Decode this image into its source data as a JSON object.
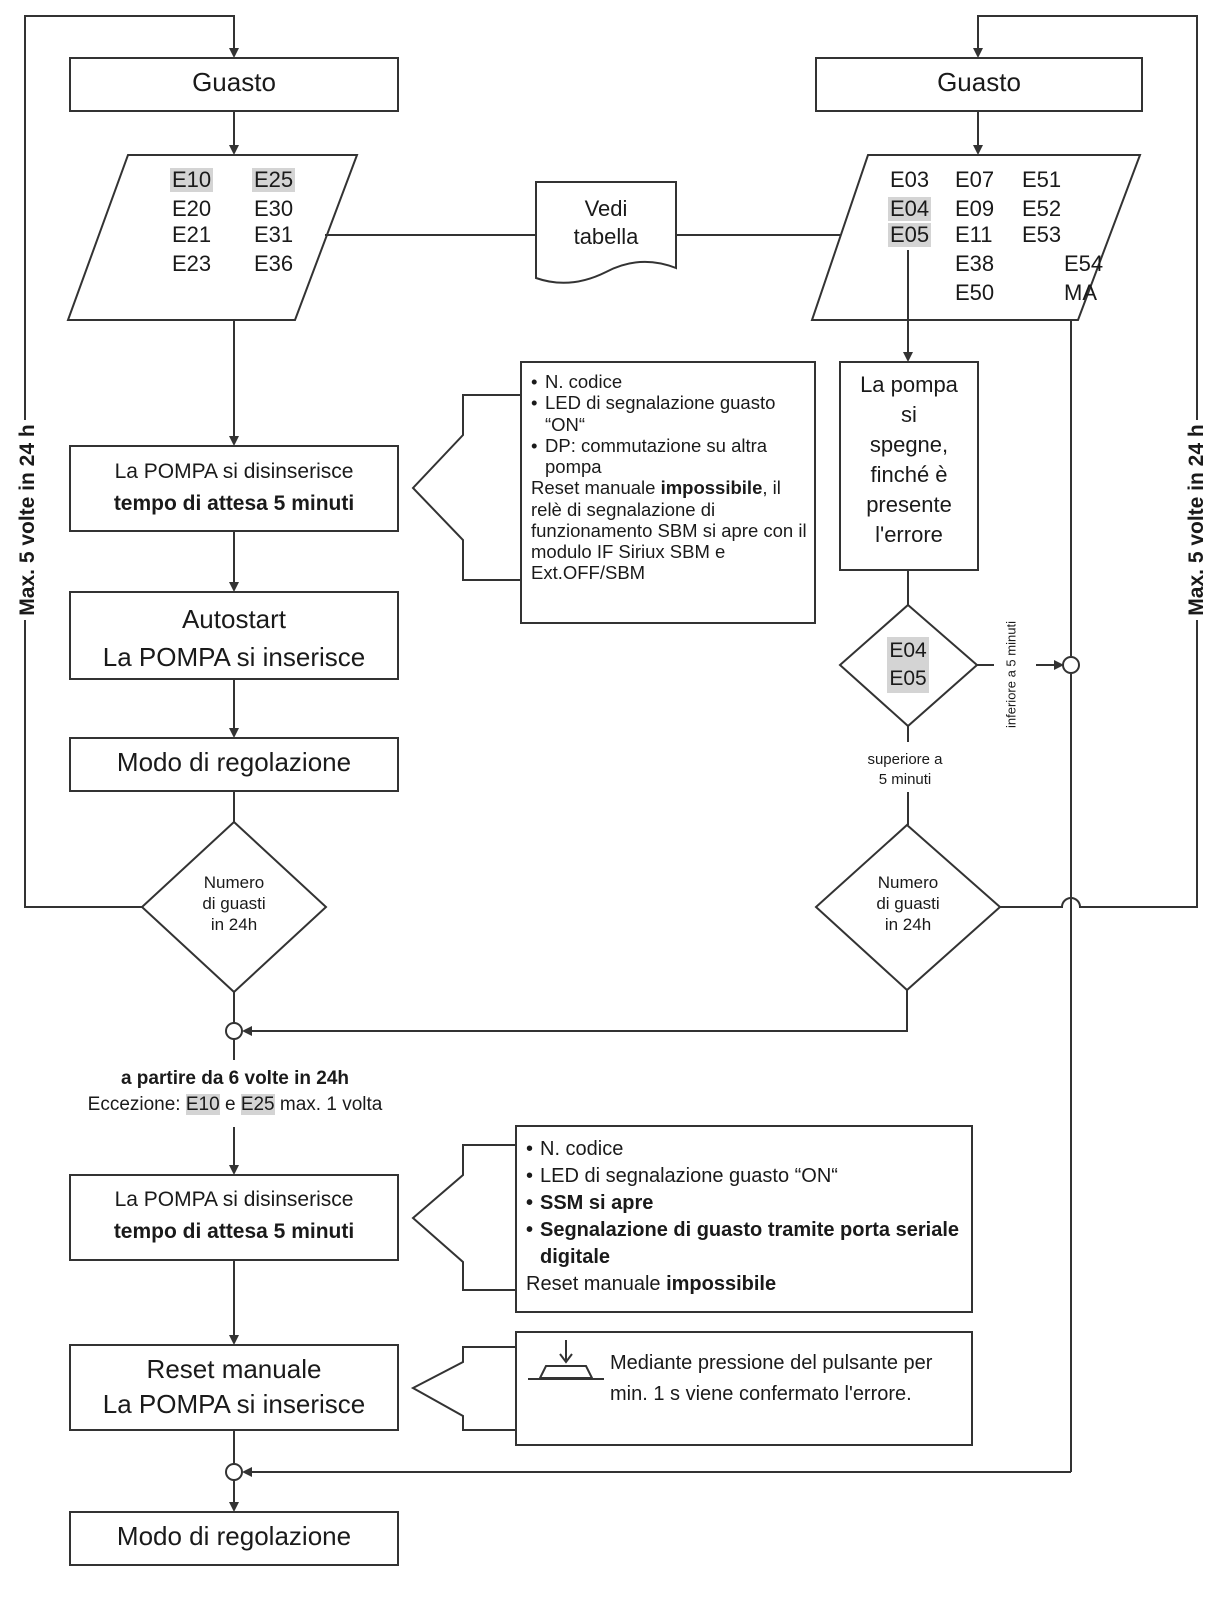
{
  "left": {
    "fault_title": "Guasto",
    "codes": [
      {
        "text": "E10",
        "highlight": true
      },
      {
        "text": "E25",
        "highlight": true
      },
      {
        "text": "E20",
        "highlight": false
      },
      {
        "text": "E30",
        "highlight": false
      },
      {
        "text": "E21",
        "highlight": false
      },
      {
        "text": "E31",
        "highlight": false
      },
      {
        "text": "E23",
        "highlight": false
      },
      {
        "text": "E36",
        "highlight": false
      }
    ],
    "pump_off_line1": "La POMPA si disinserisce",
    "pump_off_line2": "tempo di attesa 5 minuti",
    "autostart_line1": "Autostart",
    "autostart_line2": "La POMPA si inserisce",
    "control_mode": "Modo di regolazione",
    "count_line1": "Numero",
    "count_line2": "di guasti",
    "count_line3": "in 24h",
    "side_label": "Max. 5 volte in 24 h"
  },
  "doc": {
    "line1": "Vedi",
    "line2": "tabella"
  },
  "right": {
    "fault_title": "Guasto",
    "codes": [
      {
        "text": "E03",
        "highlight": false
      },
      {
        "text": "E07",
        "highlight": false
      },
      {
        "text": "E51",
        "highlight": false
      },
      {
        "text": "E04",
        "highlight": true
      },
      {
        "text": "E09",
        "highlight": false
      },
      {
        "text": "E52",
        "highlight": false
      },
      {
        "text": "E05",
        "highlight": true
      },
      {
        "text": "E11",
        "highlight": false
      },
      {
        "text": "E53",
        "highlight": false
      },
      {
        "text": "E38",
        "highlight": false
      },
      {
        "text": "E54",
        "highlight": false
      },
      {
        "text": "E50",
        "highlight": false
      },
      {
        "text": "MA",
        "highlight": false
      }
    ],
    "pump_stops": [
      "La pompa",
      "si",
      "spegne,",
      "finché è",
      "presente",
      "l'errore"
    ],
    "decision_line1": "E04",
    "decision_line2": "E05",
    "less_label": "inferiore a 5 minuti",
    "more_line1": "superiore a",
    "more_line2": "5 minuti",
    "count_line1": "Numero",
    "count_line2": "di guasti",
    "count_line3": "in 24h",
    "side_label": "Max. 5 volte in 24 h"
  },
  "note1": {
    "bullet1": "N. codice",
    "bullet2": "LED di segnalazione guasto “ON“",
    "bullet3": "DP: commutazione su altra pompa",
    "reset_prefix": "Reset manuale ",
    "reset_bold": "impossibile",
    "reset_suffix": ", il relè di segnalazione di funzionamento SBM si apre con il modulo IF Siriux SBM e Ext.OFF/SBM"
  },
  "threshold": {
    "line1": "a partire da 6 volte in 24h",
    "exception_prefix": "Eccezione: ",
    "code1": "E10",
    "and": " e ",
    "code2": "E25",
    "exception_suffix": " max. 1 volta"
  },
  "lower": {
    "pump_off_line1": "La POMPA si disinserisce",
    "pump_off_line2": "tempo di attesa 5 minuti",
    "reset_line1": "Reset manuale",
    "reset_line2": "La POMPA si inserisce",
    "control_mode": "Modo di regolazione"
  },
  "note2": {
    "bullet1": "N. codice",
    "bullet2": "LED di segnalazione guasto “ON“",
    "bullet3": "SSM si apre",
    "bullet4": "Segnalazione di guasto tramite porta seriale digitale",
    "reset_prefix": "Reset manuale ",
    "reset_bold": "impossibile"
  },
  "note3": {
    "text": "Mediante pressione del pulsante per min. 1 s viene confermato l'errore.",
    "icon": "push-button-icon"
  }
}
